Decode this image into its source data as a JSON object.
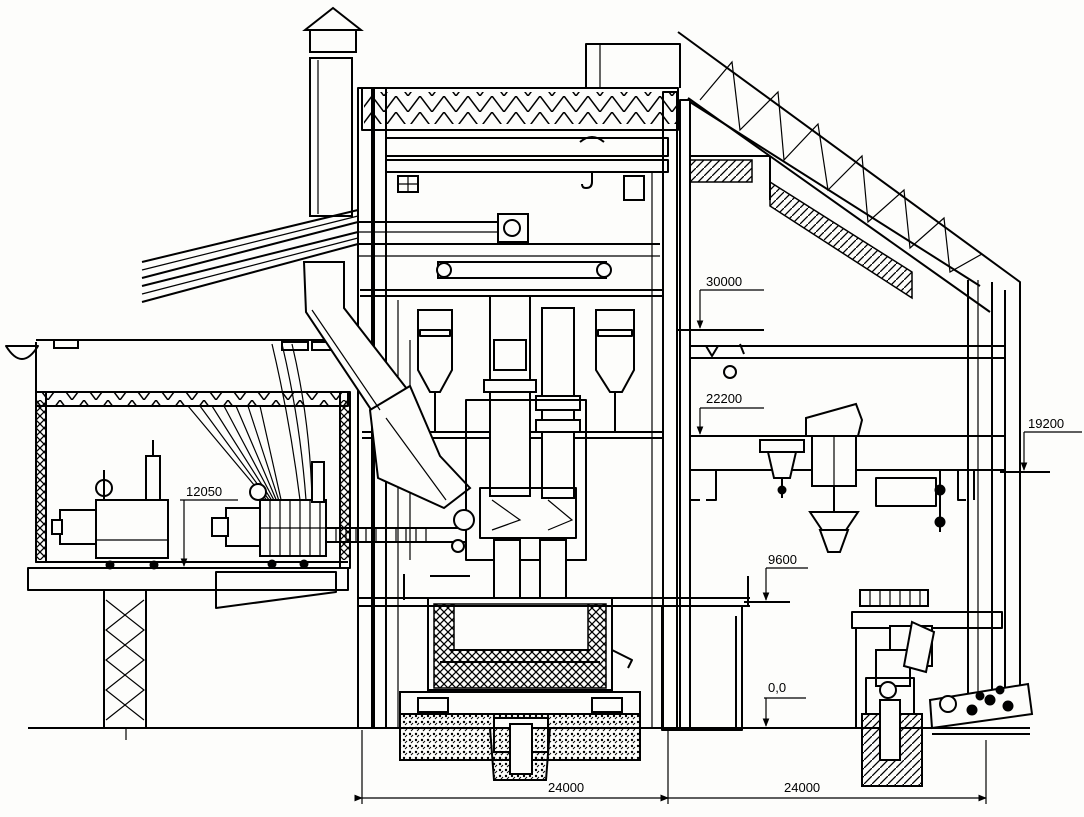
{
  "diagram": {
    "elevations": {
      "e30000": "30000",
      "e22200": "22200",
      "e19200": "19200",
      "e12050": "12050",
      "e9600": "9600",
      "e0": "0,0"
    },
    "spans": {
      "left": "24000",
      "right": "24000"
    }
  }
}
